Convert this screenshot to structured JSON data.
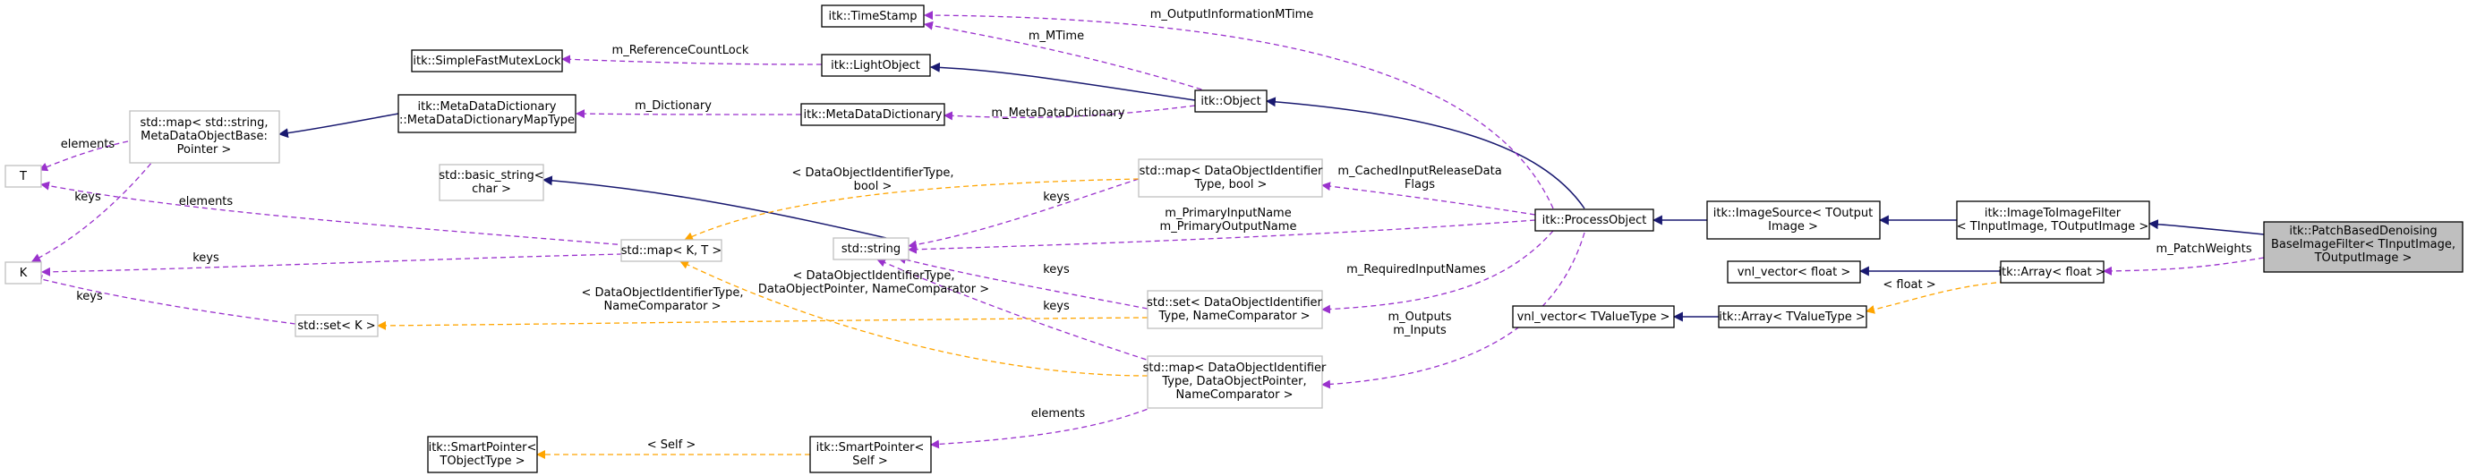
{
  "nodes": {
    "time_stamp": [
      "itk::TimeStamp"
    ],
    "fast_mutex": [
      "itk::SimpleFastMutexLock"
    ],
    "light_object": [
      "itk::LightObject"
    ],
    "mdd_map_type": [
      "itk::MetaDataDictionary",
      "::MetaDataDictionaryMapType"
    ],
    "meta_data_dictionary": [
      "itk::MetaDataDictionary"
    ],
    "object": [
      "itk::Object"
    ],
    "std_map_string": [
      "std::map< std::string,",
      "MetaDataObjectBase:",
      "Pointer >"
    ],
    "t_param": [
      "T"
    ],
    "k_param": [
      "K"
    ],
    "basic_string": [
      "std::basic_string<",
      "char >"
    ],
    "map_kt": [
      "std::map< K, T >"
    ],
    "std_string": [
      "std::string"
    ],
    "map_bool": [
      "std::map< DataObjectIdentifier",
      "Type, bool >"
    ],
    "process_object": [
      "itk::ProcessObject"
    ],
    "image_source": [
      "itk::ImageSource< TOutput",
      "Image >"
    ],
    "image_to_image": [
      "itk::ImageToImageFilter",
      "< TInputImage, TOutputImage >"
    ],
    "patch_based": [
      "itk::PatchBasedDenoising",
      "BaseImageFilter< TInputImage,",
      "TOutputImage >"
    ],
    "vnl_float": [
      "vnl_vector< float >"
    ],
    "itk_array_float": [
      "itk::Array< float >"
    ],
    "set_k": [
      "std::set< K >"
    ],
    "set_noc": [
      "std::set< DataObjectIdentifier",
      "Type, NameComparator >"
    ],
    "vnl_tvalue": [
      "vnl_vector< TValueType >"
    ],
    "itk_array_tvalue": [
      "itk::Array< TValueType >"
    ],
    "map_dop": [
      "std::map< DataObjectIdentifier",
      "Type, DataObjectPointer,",
      "NameComparator >"
    ],
    "smart_pointer_tobj": [
      "itk::SmartPointer<",
      "TObjectType >"
    ],
    "smart_pointer_self": [
      "itk::SmartPointer<",
      "Self >"
    ]
  },
  "edge_labels": {
    "output_info_mtime": [
      "m_OutputInformationMTime"
    ],
    "mtime": [
      "m_MTime"
    ],
    "reference_count_lock": [
      "m_ReferenceCountLock"
    ],
    "dictionary": [
      "m_Dictionary"
    ],
    "meta_data_dictionary": [
      "m_MetaDataDictionary"
    ],
    "elements_map_t": [
      "elements"
    ],
    "keys_map_k": [
      "keys"
    ],
    "elements_mapkt_t": [
      "elements"
    ],
    "keys_mapkt_k": [
      "keys"
    ],
    "mapkt_to_mapbool": [
      "< DataObjectIdentifierType,",
      "bool >"
    ],
    "keys_string_mapbool": [
      "keys"
    ],
    "cached_input_release": [
      "m_CachedInputReleaseData",
      "Flags"
    ],
    "primary_names": [
      "m_PrimaryInputName",
      "m_PrimaryOutputName"
    ],
    "keys_setk": [
      "keys"
    ],
    "setk_to_setnoc": [
      "< DataObjectIdentifierType,",
      "NameComparator >"
    ],
    "keys_string_setnoc": [
      "keys"
    ],
    "mapkt_to_mapdop": [
      "< DataObjectIdentifierType,",
      "DataObjectPointer, NameComparator >"
    ],
    "keys_string_mapdop": [
      "keys"
    ],
    "required_input_names": [
      "m_RequiredInputNames"
    ],
    "outputs_inputs": [
      "m_Outputs",
      "m_Inputs"
    ],
    "elements_dop": [
      "elements"
    ],
    "self": [
      "< Self >"
    ],
    "float": [
      "< float >"
    ],
    "patch_weights": [
      "m_PatchWeights"
    ]
  }
}
